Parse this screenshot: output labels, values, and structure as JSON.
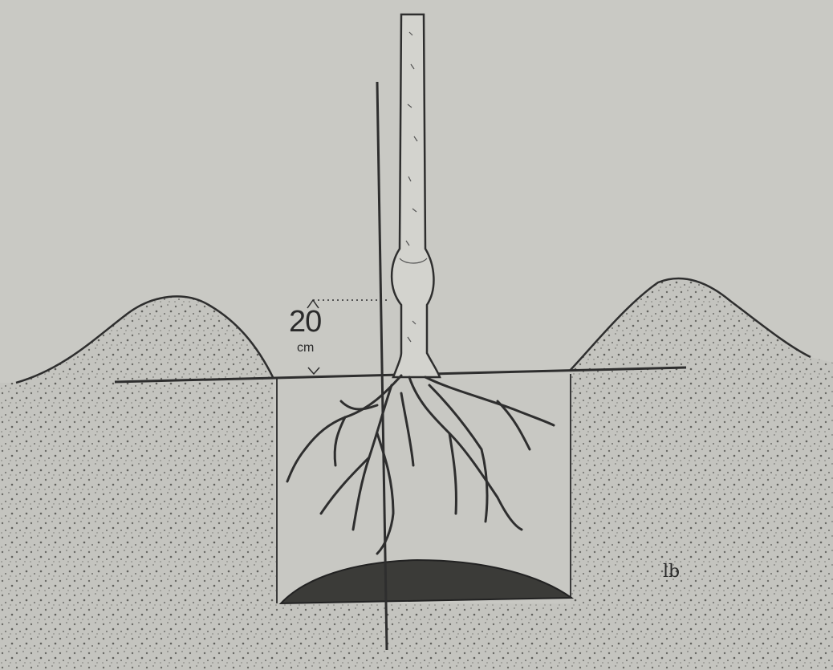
{
  "diagram": {
    "measure_value": "20",
    "measure_unit": "cm",
    "signature": "lb"
  },
  "colors": {
    "paper": "#c9c9c4",
    "soil": "#bdbdb7",
    "ink": "#2e2e2e",
    "manure_mound": "#3b3b38"
  }
}
